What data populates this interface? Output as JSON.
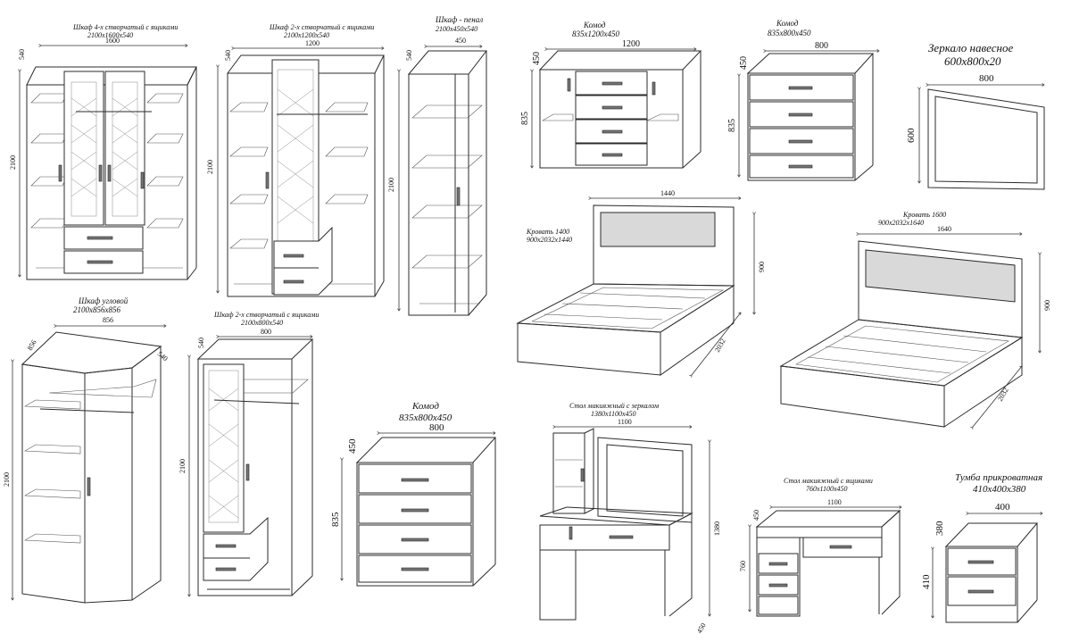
{
  "items": {
    "wardrobe4": {
      "title": "Шкаф 4-х створчатый с ящиками",
      "size": "2100x1600x540",
      "w": "1600",
      "h": "2100",
      "d": "540"
    },
    "wardrobe2": {
      "title": "Шкаф 2-х створчатый с ящиками",
      "size": "2100x1200x540",
      "w": "1200",
      "h": "2100",
      "d": "540"
    },
    "penal": {
      "title": "Шкаф - пенал",
      "size": "2100x450x540",
      "w": "450",
      "h": "2100",
      "d": "540"
    },
    "komod1200": {
      "title": "Комод",
      "size": "835x1200x450",
      "w": "1200",
      "h": "835",
      "d": "450"
    },
    "komod800a": {
      "title": "Комод",
      "size": "835x800x450",
      "w": "800",
      "h": "835",
      "d": "450"
    },
    "mirror": {
      "title": "Зеркало навесное",
      "size": "600x800x20",
      "w": "800",
      "h": "600"
    },
    "bed1400": {
      "title": "Кровать 1400",
      "size": "900x2032x1440",
      "w": "1440",
      "h": "900",
      "l": "2032"
    },
    "bed1600": {
      "title": "Кровать 1600",
      "size": "900x2032x1640",
      "w": "1640",
      "h": "900",
      "l": "2032"
    },
    "corner": {
      "title": "Шкаф угловой",
      "size": "2100x856x856",
      "w": "856",
      "h": "2100",
      "d1": "856",
      "d2": "540"
    },
    "wardrobe2b": {
      "title": "Шкаф 2-х створчатый с ящиками",
      "size": "2100x800x540",
      "w": "800",
      "h": "2100",
      "d": "540"
    },
    "komod800b": {
      "title": "Комод",
      "size": "835x800x450",
      "w": "800",
      "h": "835",
      "d": "450"
    },
    "vanity_mirror": {
      "title": "Стол макияжный с зеркалом",
      "size": "1380x1100x450",
      "w": "1100",
      "h": "1380",
      "d": "450"
    },
    "vanity": {
      "title": "Стол макияжный с ящиками",
      "size": "760x1100x450",
      "w": "1100",
      "h": "760",
      "d": "450"
    },
    "nightstand": {
      "title": "Тумба прикроватная",
      "size": "410x400x380",
      "w": "400",
      "h": "410",
      "d": "380"
    }
  }
}
